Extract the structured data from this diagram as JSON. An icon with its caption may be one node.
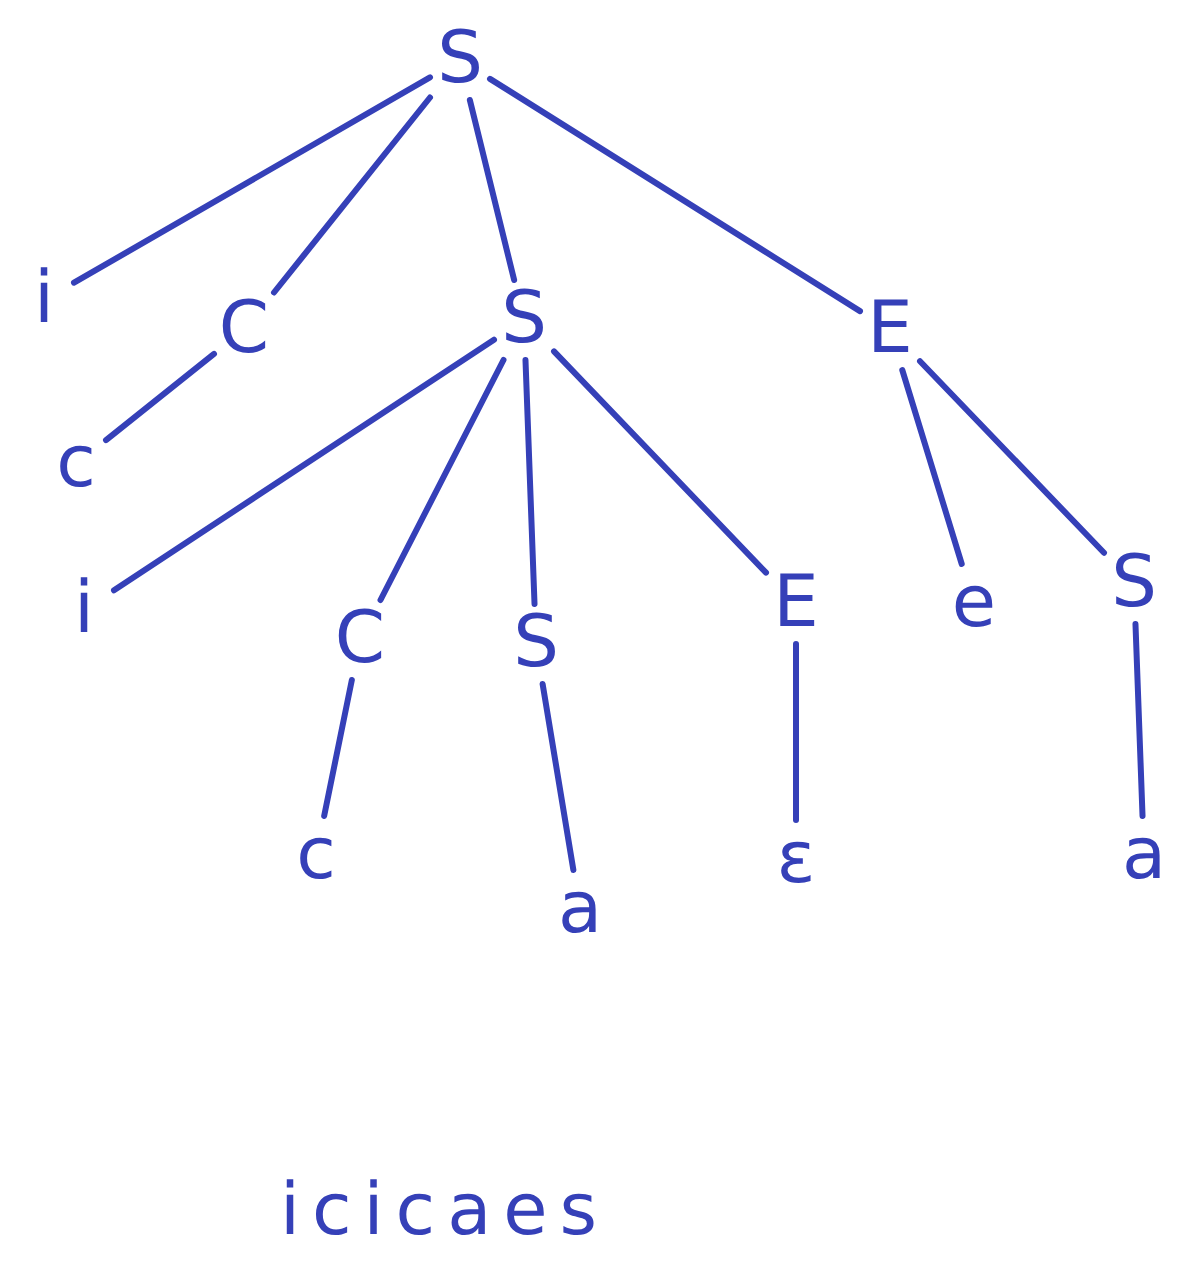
{
  "diagram": {
    "nodes": [
      {
        "text": [
          "S"
        ]
      },
      {
        "text": [
          "i"
        ]
      },
      {
        "text": [
          "C"
        ]
      },
      {
        "text": [
          "S"
        ]
      },
      {
        "text": [
          "E"
        ]
      },
      {
        "text": [
          "c"
        ]
      },
      {
        "text": [
          "i"
        ]
      },
      {
        "text": [
          "C"
        ]
      },
      {
        "text": [
          "S"
        ]
      },
      {
        "text": [
          "E"
        ]
      },
      {
        "text": [
          "e"
        ]
      },
      {
        "text": [
          "S"
        ]
      },
      {
        "text": [
          "c"
        ]
      },
      {
        "text": [
          "a"
        ]
      },
      {
        "text": [
          "ε"
        ]
      },
      {
        "text": [
          "a"
        ]
      }
    ],
    "edges": [
      {
        "from": 0,
        "to": 1,
        "arrow": "none"
      },
      {
        "from": 0,
        "to": 2,
        "arrow": "none"
      },
      {
        "from": 0,
        "to": 3,
        "arrow": "none"
      },
      {
        "from": 0,
        "to": 4,
        "arrow": "none"
      },
      {
        "from": 2,
        "to": 5,
        "arrow": "none"
      },
      {
        "from": 3,
        "to": 6,
        "arrow": "none"
      },
      {
        "from": 3,
        "to": 7,
        "arrow": "none"
      },
      {
        "from": 3,
        "to": 8,
        "arrow": "none"
      },
      {
        "from": 3,
        "to": 9,
        "arrow": "none"
      },
      {
        "from": 4,
        "to": 10,
        "arrow": "none"
      },
      {
        "from": 4,
        "to": 11,
        "arrow": "none"
      },
      {
        "from": 7,
        "to": 12,
        "arrow": "none"
      },
      {
        "from": 8,
        "to": 13,
        "arrow": "none"
      },
      {
        "from": 9,
        "to": 14,
        "arrow": "none"
      },
      {
        "from": 11,
        "to": 15,
        "arrow": "none"
      }
    ],
    "labels": [
      "icicaes"
    ]
  }
}
